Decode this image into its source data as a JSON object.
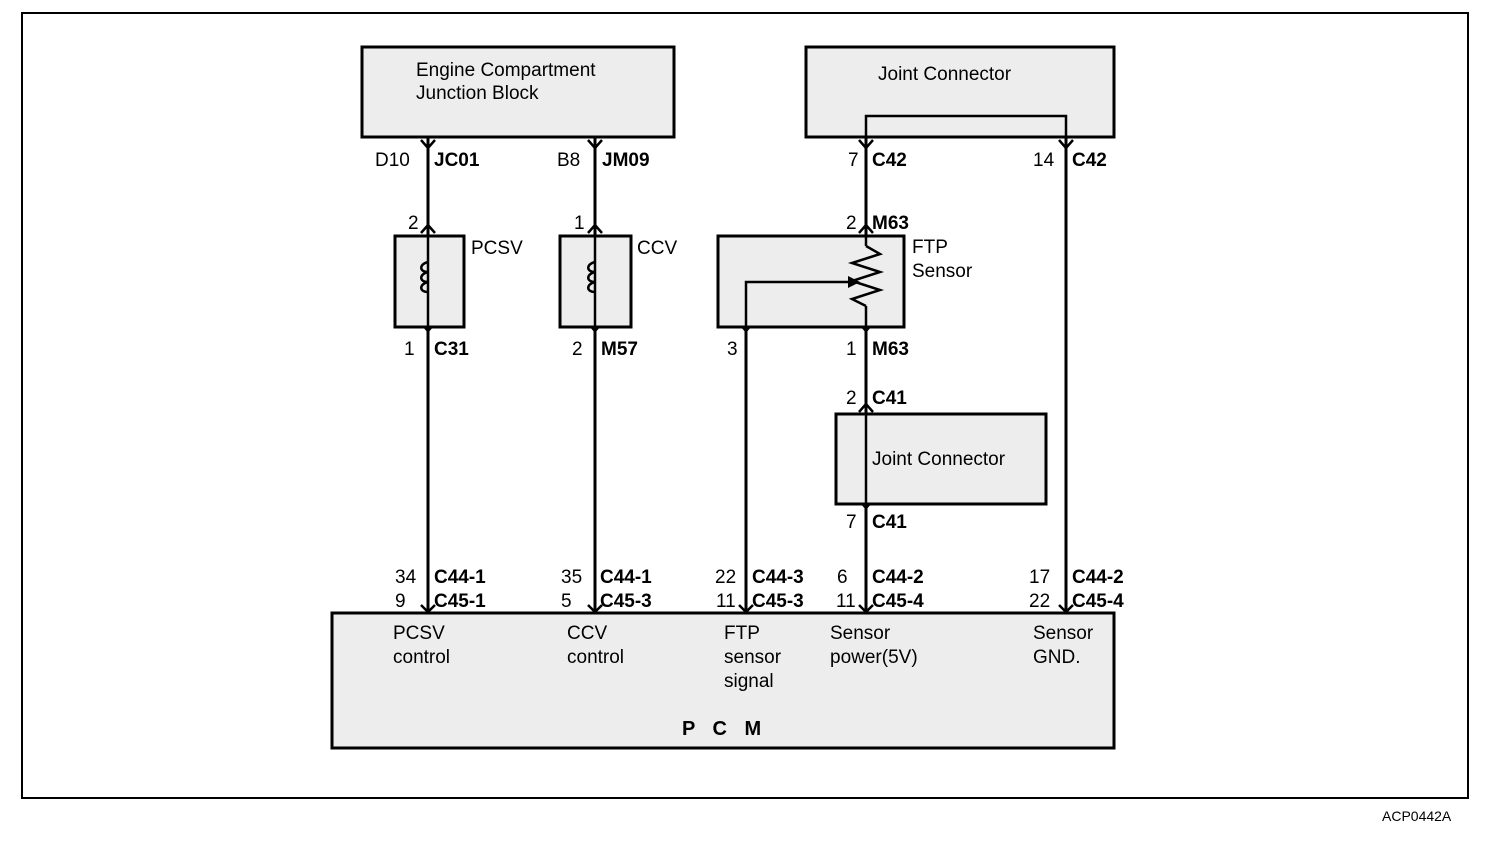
{
  "components": {
    "ecjb": [
      "Engine Compartment",
      "Junction Block"
    ],
    "joint_top": "Joint Connector",
    "joint_mid": "Joint Connector",
    "pcsv": "PCSV",
    "ccv": "CCV",
    "ftp": [
      "FTP",
      "Sensor"
    ],
    "pcm": "P C M"
  },
  "pins": {
    "d10": "D10",
    "jc01": "JC01",
    "b8": "B8",
    "jm09": "JM09",
    "c42_7_num": "7",
    "c42_7": "C42",
    "c42_14_num": "14",
    "c42_14": "C42",
    "pcsv_top_num": "2",
    "pcsv_bot_num": "1",
    "c31": "C31",
    "ccv_top_num": "1",
    "ccv_bot_num": "2",
    "m57": "M57",
    "ftp_top_num": "2",
    "m63_top": "M63",
    "ftp_sig_num": "3",
    "ftp_bot_num": "1",
    "m63_bot": "M63",
    "c41_top_num": "2",
    "c41_top": "C41",
    "c41_bot_num": "7",
    "c41_bot": "C41"
  },
  "pcm_pins": [
    {
      "n1": "34",
      "c1": "C44-1",
      "n2": "9",
      "c2": "C45-1",
      "label": [
        "PCSV",
        "control"
      ]
    },
    {
      "n1": "35",
      "c1": "C44-1",
      "n2": "5",
      "c2": "C45-3",
      "label": [
        "CCV",
        "control"
      ]
    },
    {
      "n1": "22",
      "c1": "C44-3",
      "n2": "11",
      "c2": "C45-3",
      "label": [
        "FTP",
        "sensor",
        "signal"
      ]
    },
    {
      "n1": "6",
      "c1": "C44-2",
      "n2": "11",
      "c2": "C45-4",
      "label": [
        "Sensor",
        "power(5V)"
      ]
    },
    {
      "n1": "17",
      "c1": "C44-2",
      "n2": "22",
      "c2": "C45-4",
      "label": [
        "Sensor",
        "GND."
      ]
    }
  ],
  "figure_ref": "ACP0442A"
}
